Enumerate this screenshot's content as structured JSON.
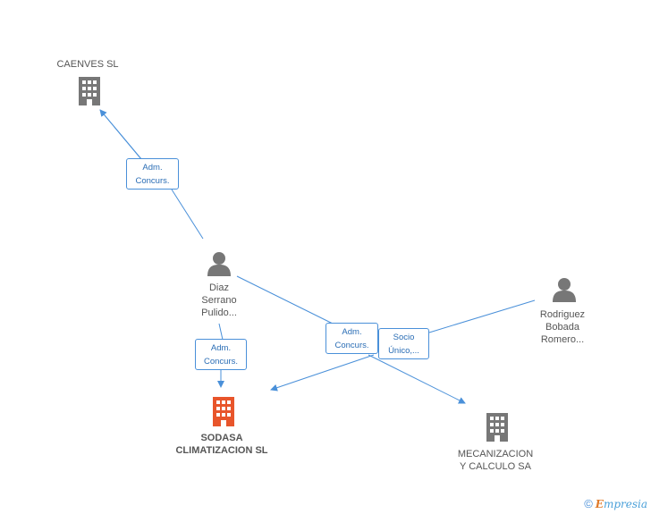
{
  "nodes": {
    "caenves": {
      "label_lines": [
        "CAENVES SL"
      ],
      "kind": "company"
    },
    "diaz": {
      "label_lines": [
        "Diaz",
        "Serrano",
        "Pulido..."
      ],
      "kind": "person"
    },
    "rodriguez": {
      "label_lines": [
        "Rodriguez",
        "Bobada",
        "Romero..."
      ],
      "kind": "person"
    },
    "sodasa": {
      "label_lines": [
        "SODASA",
        "CLIMATIZACION SL"
      ],
      "kind": "company-main"
    },
    "mecanizacion": {
      "label_lines": [
        "MECANIZACION",
        "Y CALCULO SA"
      ],
      "kind": "company"
    }
  },
  "edges": {
    "diaz_caenves": {
      "label_lines": [
        "Adm.",
        "Concurs."
      ]
    },
    "diaz_sodasa": {
      "label_lines": [
        "Adm.",
        "Concurs."
      ]
    },
    "diaz_mecanizacion": {
      "label_lines": [
        "Adm.",
        "Concurs."
      ]
    },
    "rodriguez_sodasa": {
      "label_lines": [
        "Socio",
        "Único,..."
      ]
    }
  },
  "colors": {
    "company": "#777777",
    "company_main": "#e8552b",
    "person": "#777777",
    "edge": "#4a90d9"
  },
  "footer": {
    "copyright": "©",
    "brand_first": "E",
    "brand_rest": "mpresia"
  }
}
